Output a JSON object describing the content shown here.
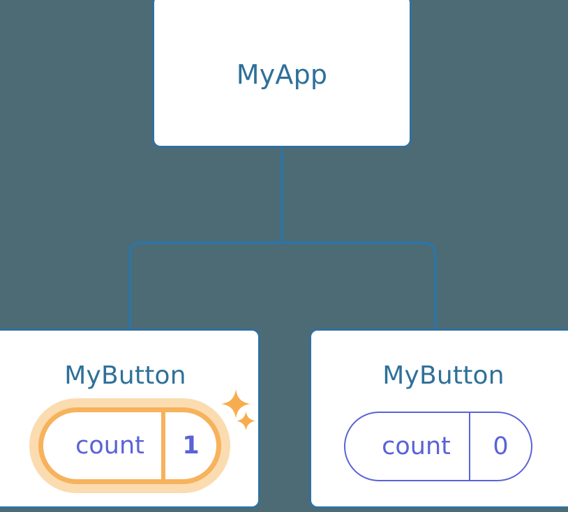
{
  "diagram": {
    "type": "component-tree",
    "background_color": "#4d6b74",
    "node_border_color": "#31709d",
    "node_title_color": "#2e7099",
    "state_color": "#5a62d6",
    "highlight_color": "#f7b25c",
    "highlight_glow_color": "#fbdcb0",
    "connector_color": "#2f74a3",
    "root": {
      "title": "MyApp"
    },
    "children": [
      {
        "title": "MyButton",
        "state": {
          "key": "count",
          "value": "1"
        },
        "highlighted": true,
        "sparkles": [
          "sparkle-large-icon",
          "sparkle-small-icon"
        ]
      },
      {
        "title": "MyButton",
        "state": {
          "key": "count",
          "value": "0"
        },
        "highlighted": false,
        "sparkles": []
      }
    ]
  }
}
